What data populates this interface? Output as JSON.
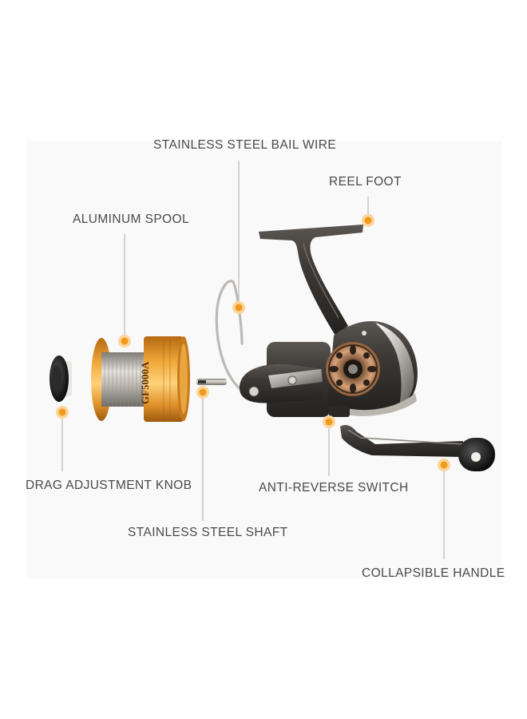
{
  "colors": {
    "leader": "#b9b9b9",
    "dot_outer": "#fbd59a",
    "dot_inner": "#f29a1c",
    "reel_dark": "#3a3836",
    "spool_gold": "#e2962a",
    "spool_silver": "#c9c6c0"
  },
  "labels": {
    "bail_wire": "STAINLESS STEEL BAIL WIRE",
    "reel_foot": "REEL FOOT",
    "aluminum_spool": "ALUMINUM SPOOL",
    "drag_knob": "DRAG ADJUSTMENT KNOB",
    "anti_reverse": "ANTI-REVERSE SWITCH",
    "steel_shaft": "STAINLESS STEEL SHAFT",
    "collapsible_handle": "COLLAPSIBLE HANDLE"
  },
  "spool_text": {
    "model": "GF5000A"
  }
}
